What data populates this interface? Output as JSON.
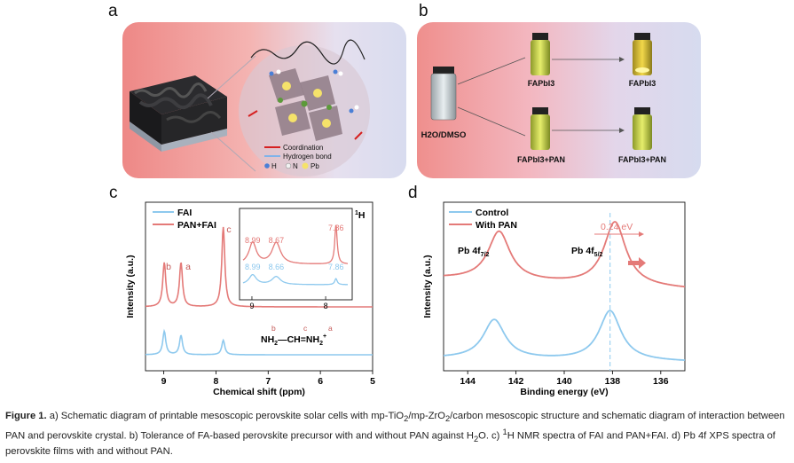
{
  "panel_labels": {
    "a": "a",
    "b": "b",
    "c": "c",
    "d": "d"
  },
  "panel_a": {
    "legend": {
      "coordination": "Coordination",
      "hbond": "Hydrogen bond",
      "h": "H",
      "n": "N",
      "pb": "Pb"
    },
    "colors": {
      "coordination": "#d62020",
      "hbond": "#7fb3ea",
      "h": "#4a7fd6",
      "n": "#f2f2f2",
      "pb": "#f5e26a"
    }
  },
  "panel_b": {
    "solvent": "H2O/DMSO",
    "vials": {
      "top_left": "FAPbI3",
      "top_right": "FAPbI3",
      "bottom_left": "FAPbI3+PAN",
      "bottom_right": "FAPbI3+PAN"
    }
  },
  "panel_c": {
    "chart_data": {
      "type": "line",
      "xlabel": "Chemical shift (ppm)",
      "ylabel": "Intensity (a.u.)",
      "xlim": [
        9.35,
        5.0
      ],
      "x_ticks": [
        "9",
        "8",
        "7",
        "6",
        "5"
      ],
      "series": [
        {
          "name": "FAI",
          "color": "#8ec9ee",
          "peaks": [
            {
              "x": 8.99,
              "h": 0.55
            },
            {
              "x": 8.67,
              "h": 0.45
            },
            {
              "x": 7.86,
              "h": 0.34
            }
          ]
        },
        {
          "name": "PAN+FAI",
          "color": "#e47a78",
          "peaks": [
            {
              "x": 8.99,
              "h": 0.55
            },
            {
              "x": 8.67,
              "h": 0.55
            },
            {
              "x": 7.86,
              "h": 1.0
            }
          ]
        }
      ],
      "peak_labels": {
        "b": "b",
        "a": "a",
        "c": "c"
      },
      "molecule": {
        "left": "NH",
        "left_sub": "2",
        "middle": "CH",
        "right": "NH",
        "right_sub": "2",
        "charge": "+",
        "labels": [
          "b",
          "c",
          "a"
        ]
      },
      "nucleus": {
        "sup": "1",
        "label": "H"
      },
      "inset": {
        "x_ticks": [
          "9",
          "8"
        ],
        "red_labels": [
          "8.99",
          "8.67",
          "7.86"
        ],
        "blue_labels": [
          "8.99",
          "8.66",
          "7.86"
        ]
      }
    }
  },
  "panel_d": {
    "chart_data": {
      "type": "line",
      "xlabel": "Binding energy (eV)",
      "ylabel": "Intensity (a.u.)",
      "xlim": [
        145,
        135
      ],
      "x_ticks": [
        "144",
        "142",
        "140",
        "138",
        "136"
      ],
      "series": [
        {
          "name": "Control",
          "color": "#8ec9ee",
          "peaks": [
            {
              "x": 142.9,
              "h": 0.55
            },
            {
              "x": 138.1,
              "h": 0.7
            }
          ]
        },
        {
          "name": "With PAN",
          "color": "#e47a78",
          "peaks": [
            {
              "x": 142.7,
              "h": 0.6
            },
            {
              "x": 137.9,
              "h": 0.78
            }
          ]
        }
      ],
      "peak_labels": {
        "pb72": "Pb 4f",
        "pb72_sub": "7/2",
        "pb52": "Pb 4f",
        "pb52_sub": "5/2"
      },
      "shift_label": "0.24 eV",
      "dashed_line_x": 138.1
    }
  },
  "caption": {
    "lead": "Figure 1.",
    "line1": "a) Schematic diagram of printable mesoscopic perovskite solar cells with mp-TiO",
    "tio_sub": "2",
    "slash1": "/mp-ZrO",
    "zro_sub": "2",
    "line1b": "/carbon mesoscopic structure and schematic",
    "line2": "diagram of interaction between PAN and perovskite crystal. b) Tolerance of FA-based perovskite precursor with and without PAN against H",
    "h2o_sub": "2",
    "line2b": "O. c)",
    "h_sup": "1",
    "line2c": "H",
    "line3": "NMR spectra of FAI and PAN+FAI. d) Pb 4f XPS spectra of perovskite films with and without PAN."
  }
}
